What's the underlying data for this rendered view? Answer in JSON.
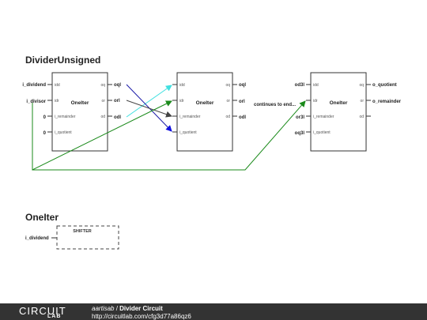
{
  "titles": {
    "main": "DividerUnsigned",
    "sub": "OneIter"
  },
  "block_label": "OneIter",
  "ports": {
    "left": [
      "idd",
      "idr",
      "i_remainder",
      "i_quotient"
    ],
    "right": [
      "oq",
      "or",
      "od"
    ]
  },
  "block1_inputs": [
    "i_dividend",
    "i_divisor",
    "0",
    "0"
  ],
  "block1_outputs": [
    "oql",
    "orl",
    "odl"
  ],
  "block2_outputs": [
    "oql",
    "orl",
    "odl"
  ],
  "block3_inputs": [
    "od3l",
    "continues to end...",
    "or3l",
    "oq3l"
  ],
  "block3_outputs": [
    "o_quotient",
    "o_remainder"
  ],
  "subcircuit": {
    "input": "i_dividend",
    "box_label": "SHIFTER"
  },
  "wire_colors": {
    "cyan": "#40e0e0",
    "navy": "#1a1aa8",
    "dark": "#444444",
    "green": "#1a8a1a",
    "blue": "#1010e0"
  },
  "footer": {
    "logo_top": "CIRCUIT",
    "logo_bottom": "LAB",
    "author": "aartisab",
    "separator": " / ",
    "circuit_name": "Divider Circuit",
    "url": "http://circuitlab.com/cfg3d77a86qz6"
  }
}
